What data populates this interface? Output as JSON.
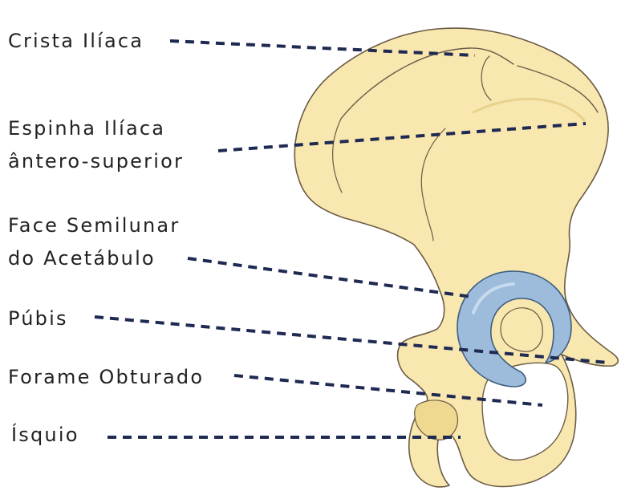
{
  "labels": {
    "crista_iliaca": "Crista Ilíaca",
    "espinha_line1": "Espinha Ilíaca",
    "espinha_line2": "ântero-superior",
    "face_line1": "Face Semilunar",
    "face_line2": "do Acetábulo",
    "pubis": "Púbis",
    "forame_obturado": "Forame Obturado",
    "isquio": "Ísquio"
  },
  "colors": {
    "bone_fill": "#F8E7AE",
    "bone_outline": "#6B5B45",
    "bone_shade": "#E8CF85",
    "acetabulum_fill": "#9DBBDB",
    "acetabulum_outline": "#3E5E80",
    "leader_line": "#1F2A52",
    "text": "#222222"
  }
}
